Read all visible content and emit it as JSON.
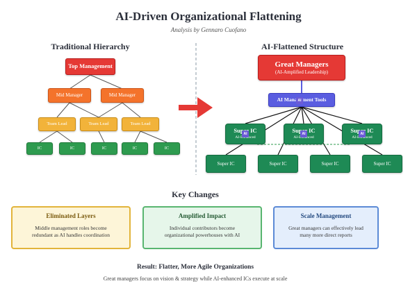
{
  "header": {
    "title": "AI-Driven Organizational Flattening",
    "subtitle": "Analysis by Gennaro Cuofano"
  },
  "traditional": {
    "heading": "Traditional Hierarchy",
    "top": "Top Management",
    "mid": [
      "Mid Manager",
      "Mid Manager"
    ],
    "team": [
      "Team Lead",
      "Team Lead",
      "Team Lead"
    ],
    "ics": [
      "IC",
      "IC",
      "IC",
      "IC",
      "IC"
    ]
  },
  "flattened": {
    "heading": "AI-Flattened Structure",
    "great_title": "Great Managers",
    "great_sub": "(AI-Amplified Leadership)",
    "tools": "AI Management Tools",
    "super_ai": [
      {
        "title": "Super IC",
        "sub": "AI-Enhanced"
      },
      {
        "title": "Super IC",
        "sub": "AI-Enhanced"
      },
      {
        "title": "Super IC",
        "sub": "AI-Enhanced"
      }
    ],
    "super": [
      "Super IC",
      "Super IC",
      "Super IC",
      "Super IC"
    ],
    "badge": "AI"
  },
  "key_changes": {
    "title": "Key Changes",
    "cards": [
      {
        "title": "Eliminated Layers",
        "body": "Middle management roles become redundant as AI handles coordination"
      },
      {
        "title": "Amplified Impact",
        "body": "Individual contributors become organizational powerhouses with AI"
      },
      {
        "title": "Scale Management",
        "body": "Great managers can effectively lead many more direct reports"
      }
    ]
  },
  "result": {
    "title": "Result: Flatter, More Agile Organizations",
    "body": "Great managers focus on vision & strategy while AI-enhanced ICs execute at scale"
  },
  "colors": {
    "top_red": "#e53935",
    "mid_orange": "#f4732b",
    "team_yellow": "#f2b33a",
    "ic_green": "#2e9b4f",
    "tools_blue": "#5a5de0",
    "super_green": "#1e8a55",
    "arrow_red": "#e53935"
  }
}
